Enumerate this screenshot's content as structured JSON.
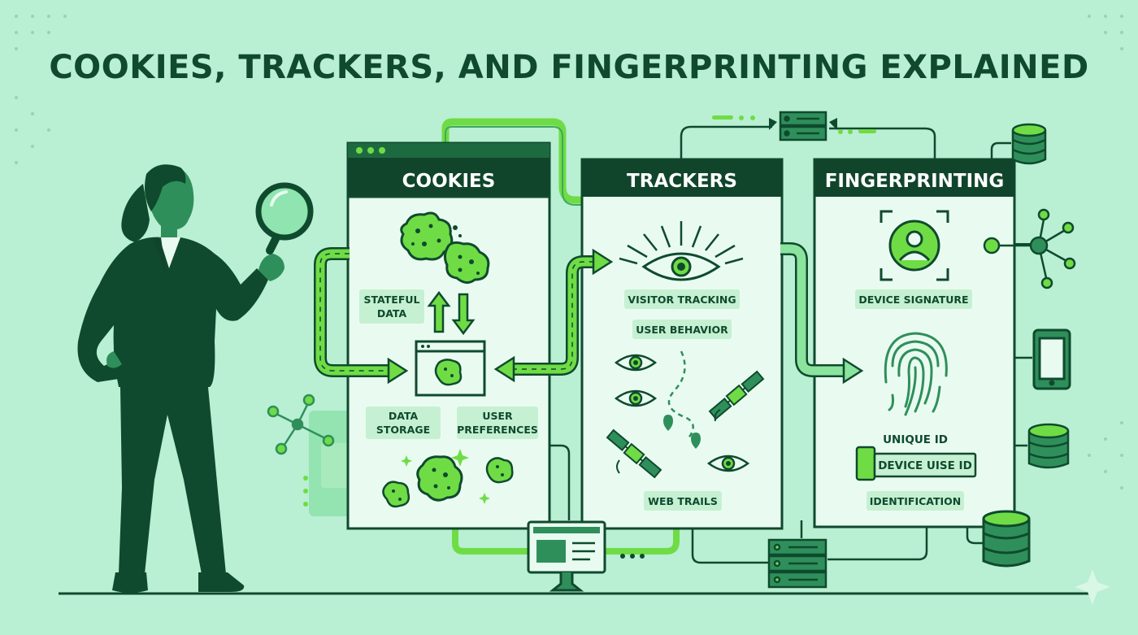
{
  "title": "COOKIES, TRACKERS, AND FINGERPRINTING EXPLAINED",
  "panels": {
    "cookies": {
      "heading": "COOKIES",
      "labels": {
        "stateful_line1": "STATEFUL",
        "stateful_line2": "DATA",
        "storage_line1": "DATA",
        "storage_line2": "STORAGE",
        "prefs_line1": "USER",
        "prefs_line2": "PREFERENCES"
      }
    },
    "trackers": {
      "heading": "TRACKERS",
      "labels": {
        "visitor": "VISITOR TRACKING",
        "behavior": "USER BEHAVIOR",
        "trails": "WEB TRAILS"
      }
    },
    "fingerprinting": {
      "heading": "FINGERPRINTING",
      "labels": {
        "signature": "DEVICE SIGNATURE",
        "unique": "UNIQUE ID",
        "device_use": "DEVICE UISE ID",
        "identification": "IDENTIFICATION"
      }
    }
  },
  "colors": {
    "background": "#b9efd2",
    "dark_green": "#0f4a2e",
    "panel_header": "#10452c",
    "panel_body": "#e9fbf0",
    "accent_green": "#6fdc45",
    "mid_green": "#2f8f5b",
    "label_bg": "#c6f0d2"
  },
  "icons": [
    "magnifier-icon",
    "cookie-icon",
    "eye-icon",
    "satellite-icon",
    "map-pin-icon",
    "person-scan-icon",
    "fingerprint-icon",
    "server-icon",
    "database-icon",
    "smartphone-icon",
    "monitor-icon",
    "network-node-icon",
    "browser-window-icon"
  ]
}
